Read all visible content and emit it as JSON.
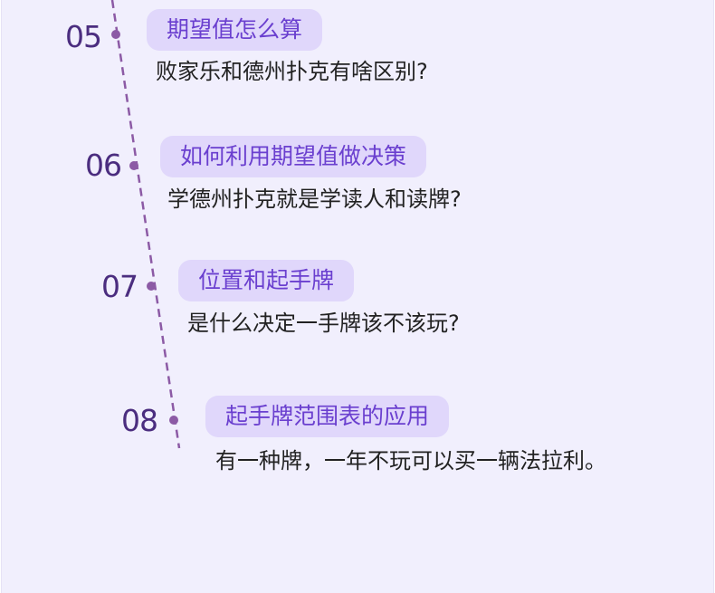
{
  "items": [
    {
      "number": "05",
      "title": "期望值怎么算",
      "description": "败家乐和德州扑克有啥区别?"
    },
    {
      "number": "06",
      "title": "如何利用期望值做决策",
      "description": "学德州扑克就是学读人和读牌?"
    },
    {
      "number": "07",
      "title": "位置和起手牌",
      "description": "是什么决定一手牌该不该玩?"
    },
    {
      "number": "08",
      "title": "起手牌范围表的应用",
      "description": "有一种牌，一年不玩可以买一辆法拉利。"
    }
  ],
  "colors": {
    "background": "#f1effd",
    "pill_background": "#e0d7fb",
    "pill_text": "#6a3fcf",
    "number": "#4b2d7f",
    "timeline": "#8c5aa5",
    "description_text": "#222222"
  }
}
